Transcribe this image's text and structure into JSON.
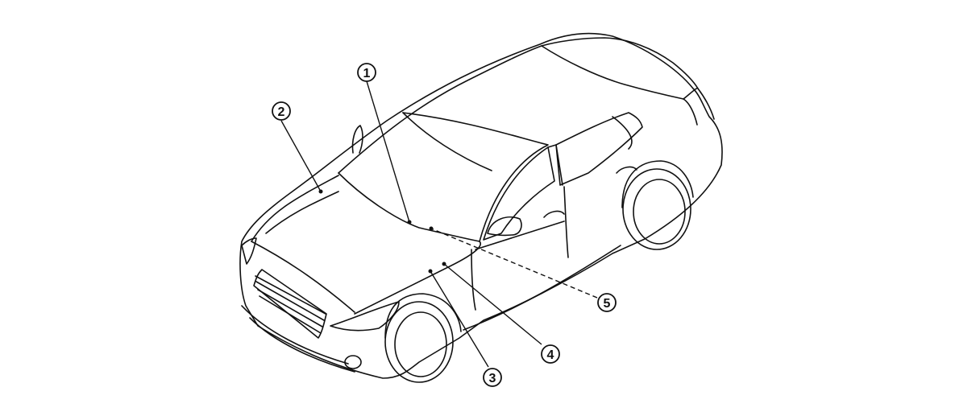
{
  "figure": {
    "subject": "car-location-diagram",
    "line_color": "#111111",
    "background": "#ffffff",
    "callouts": [
      {
        "id": "callout-1",
        "label": "1"
      },
      {
        "id": "callout-2",
        "label": "2"
      },
      {
        "id": "callout-3",
        "label": "3"
      },
      {
        "id": "callout-4",
        "label": "4"
      },
      {
        "id": "callout-5",
        "label": "5"
      }
    ]
  }
}
